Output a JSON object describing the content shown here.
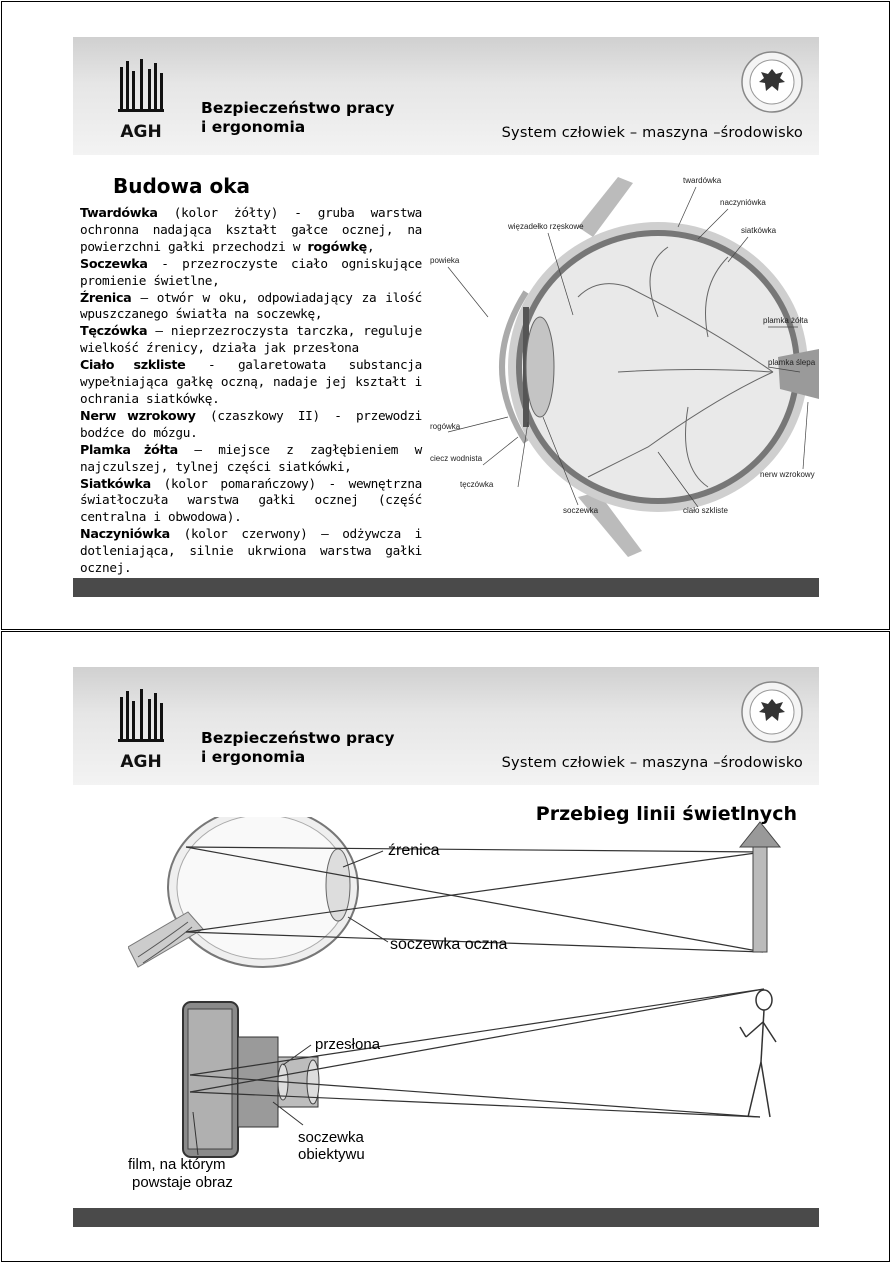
{
  "slides": [
    {
      "course_title_line1": "Bezpieczeństwo pracy",
      "course_title_line2": "i ergonomia",
      "subtitle": "System człowiek – maszyna –środowisko",
      "logo_text": "AGH",
      "title": "Budowa oka",
      "paragraphs": [
        {
          "term": "Twardówka",
          "text": " (kolor żółty) - gruba warstwa ochronna nadająca kształt gałce ocznej, na powierzchni gałki przechodzi w ",
          "term2": "rogówkę",
          "tail": ","
        },
        {
          "term": "Soczewka",
          "text": " - przezroczyste ciało ogniskujące promienie świetlne,"
        },
        {
          "term": "Źrenica",
          "text": " – otwór w oku, odpowiadający za ilość wpuszczanego światła na soczewkę,"
        },
        {
          "term": "Tęczówka",
          "text": " – nieprzezroczysta tarczka, reguluje wielkość źrenicy, działa jak przesłona"
        },
        {
          "term": "Ciało szkliste",
          "text": " - galaretowata substancja wypełniająca gałkę oczną, nadaje jej kształt i ochrania siatkówkę."
        },
        {
          "term": "Nerw wzrokowy",
          "text": " (czaszkowy II) - przewodzi bodźce do mózgu."
        },
        {
          "term": "Plamka żółta",
          "text": " – miejsce z zagłębieniem w najczulszej, tylnej części siatkówki,"
        },
        {
          "term": "Siatkówka",
          "text": " (kolor pomarańczowy) - wewnętrzna światłoczuła warstwa gałki ocznej (część centralna i obwodowa)."
        },
        {
          "term": "Naczyniówka",
          "text": " (kolor czerwony) – odżywcza i dotleniająca, silnie ukrwiona warstwa gałki ocznej."
        }
      ],
      "figure_labels": {
        "twardowka": "twardówka",
        "naczyniowka": "naczyniówka",
        "siatkowka": "siatkówka",
        "wiezadelko": "więzadełko rzęskowe",
        "powieka": "powieka",
        "plamka_zolta": "plamka żółta",
        "plamka_slepa": "plamka ślepa",
        "rogowka": "rogówka",
        "ciecz_wodnista": "ciecz wodnista",
        "teczowka": "tęczówka",
        "soczewka": "soczewka",
        "cialo_szkliste": "ciało szkliste",
        "nerw_wzrokowy": "nerw wzrokowy"
      }
    },
    {
      "course_title_line1": "Bezpieczeństwo pracy",
      "course_title_line2": "i ergonomia",
      "subtitle": "System człowiek – maszyna –środowisko",
      "logo_text": "AGH",
      "title": "Przebieg linii świetlnych",
      "figure_labels": {
        "zrenica": "źrenica",
        "soczewka_oczna": "soczewka oczna",
        "przeslona": "przesłona",
        "soczewka_obiektywu_1": "soczewka",
        "soczewka_obiektywu_2": "obiektywu",
        "film_1": "film, na którym",
        "film_2": "powstaje obraz"
      }
    }
  ]
}
